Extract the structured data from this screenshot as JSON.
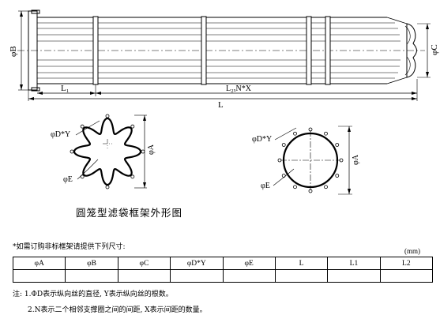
{
  "labels": {
    "B": "φB",
    "C": "φC",
    "L1": "L₁",
    "L2": "L₂ₓN*X",
    "L": "L",
    "star_dy": "φD*Y",
    "star_a": "φA",
    "star_e": "φE",
    "round_dy": "φD*Y",
    "round_a": "φA",
    "round_e": "φE"
  },
  "caption": "圆笼型滤袋框架外形图",
  "requirement_note": "*如需订购非标框架请提供下列尺寸:",
  "unit": "(mm)",
  "table": {
    "headers": [
      "φA",
      "φB",
      "φC",
      "φD*Y",
      "φE",
      "L",
      "L1",
      "L2"
    ],
    "row": [
      "",
      "",
      "",
      "",
      "",
      "",
      "",
      ""
    ]
  },
  "notes": [
    "注: 1.ΦD表示纵向丝的直径, Y表示纵向丝的根数。",
    "2.N表示二个相邻支撑圈之间的间距, X表示间距的数量。"
  ]
}
